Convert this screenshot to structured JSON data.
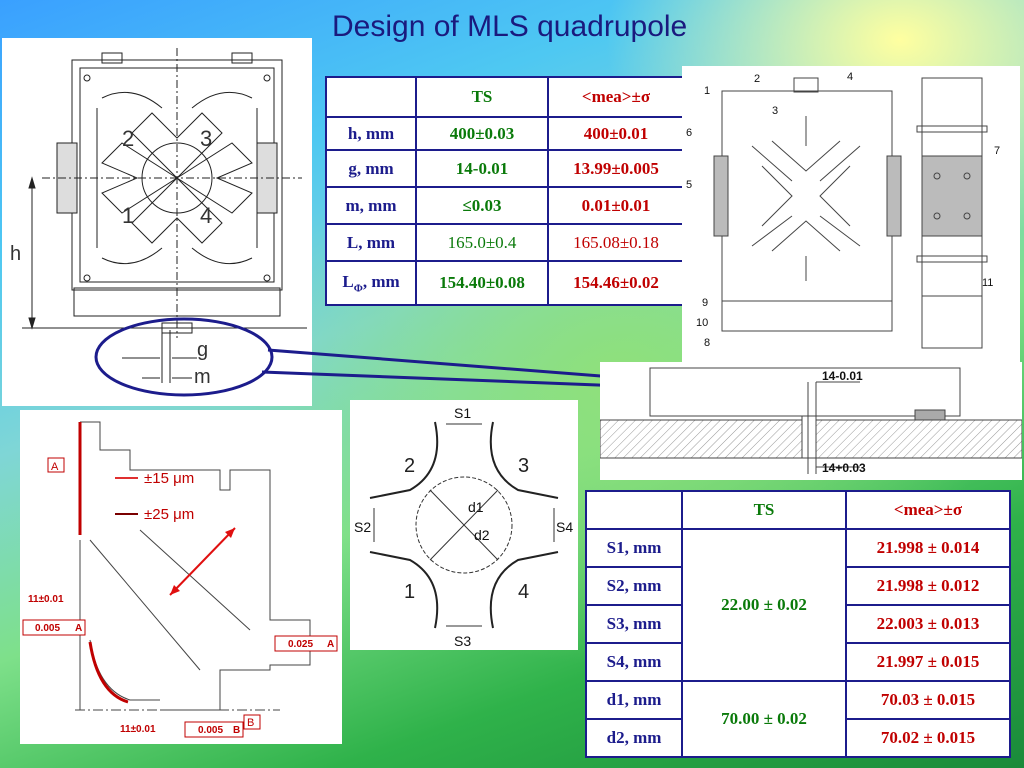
{
  "title": "Design of MLS quadrupole",
  "table1": {
    "headers": [
      "",
      "TS",
      "<mea>±σ"
    ],
    "rows": [
      {
        "label": "h, mm",
        "ts": "400±0.03",
        "mea": "400±0.01"
      },
      {
        "label": "g, mm",
        "ts": "14-0.01",
        "mea": "13.99±0.005"
      },
      {
        "label": "m, mm",
        "ts": "≤0.03",
        "mea": "0.01±0.01"
      },
      {
        "label": "L, mm",
        "ts": "165.0±0.4",
        "mea": "165.08±0.18"
      },
      {
        "label_main": "L",
        "label_sub": "Φ",
        "label_rest": ", mm",
        "ts": "154.40±0.08",
        "mea": "154.46±0.02"
      }
    ]
  },
  "table2": {
    "headers": [
      "",
      "TS",
      "<mea>±σ"
    ],
    "rows": [
      {
        "label": "S1, mm",
        "mea": "21.998 ± 0.014"
      },
      {
        "label": "S2, mm",
        "mea": "21.998 ± 0.012"
      },
      {
        "label": "S3, mm",
        "mea": "22.003 ± 0.013"
      },
      {
        "label": "S4, mm",
        "mea": "21.997 ± 0.015"
      },
      {
        "label": "d1, mm",
        "mea": "70.03 ± 0.015"
      },
      {
        "label": "d2, mm",
        "mea": "70.02 ± 0.015"
      }
    ],
    "ts_group1": "22.00 ± 0.02",
    "ts_group2": "70.00 ± 0.02"
  },
  "drawing_main": {
    "quadrants": [
      "2",
      "3",
      "1",
      "4"
    ],
    "h_label": "h",
    "g_label": "g",
    "m_label": "m"
  },
  "drawing_parts": {
    "labels": [
      "1",
      "2",
      "3",
      "4",
      "5",
      "6",
      "7",
      "8",
      "9",
      "10",
      "11"
    ]
  },
  "drawing_detail": {
    "top": "14-0.01",
    "bottom": "14+0.03"
  },
  "drawing_pole": {
    "legend1": "±15 μm",
    "legend2": "±25 μm",
    "datum_a": "A",
    "datum_b": "B",
    "dim1": "11±0.01",
    "dim2": "11±0.01",
    "tol1": "0.005",
    "tol1_ref": "A",
    "tol2": "0.025",
    "tol2_ref": "A",
    "tol3": "0.005",
    "tol3_ref": "B"
  },
  "drawing_aperture": {
    "s1": "S1",
    "s2": "S2",
    "s3": "S3",
    "s4": "S4",
    "d1": "d1",
    "d2": "d2",
    "quadrants": [
      "2",
      "3",
      "1",
      "4"
    ]
  }
}
